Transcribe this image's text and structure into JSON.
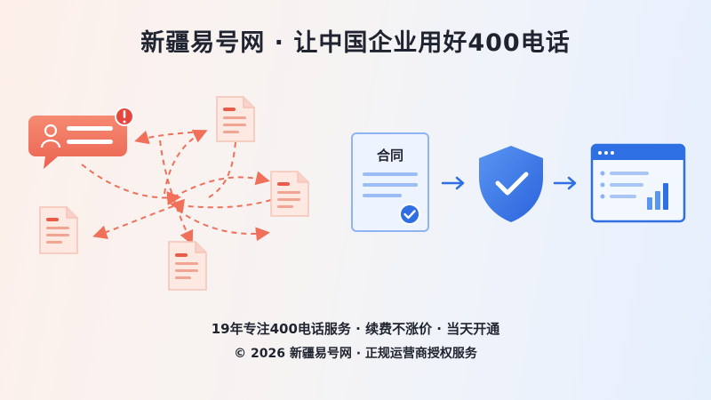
{
  "header": {
    "title": "新疆易号网 · 让中国企业用好400电话"
  },
  "illustration": {
    "contract_label": "合同",
    "icons": [
      "chat-alert-icon",
      "document-icon",
      "shield-check-icon",
      "dashboard-chart-icon",
      "arrow-right-icon"
    ],
    "colors": {
      "warm_accent": "#f0705a",
      "cool_accent": "#2f6fe4",
      "dashed_arrow": "#f0705a"
    }
  },
  "footer": {
    "line1": "19年专注400电话服务 · 续费不涨价 · 当天开通",
    "line2": "© 2026 新疆易号网 · 正规运营商授权服务"
  }
}
